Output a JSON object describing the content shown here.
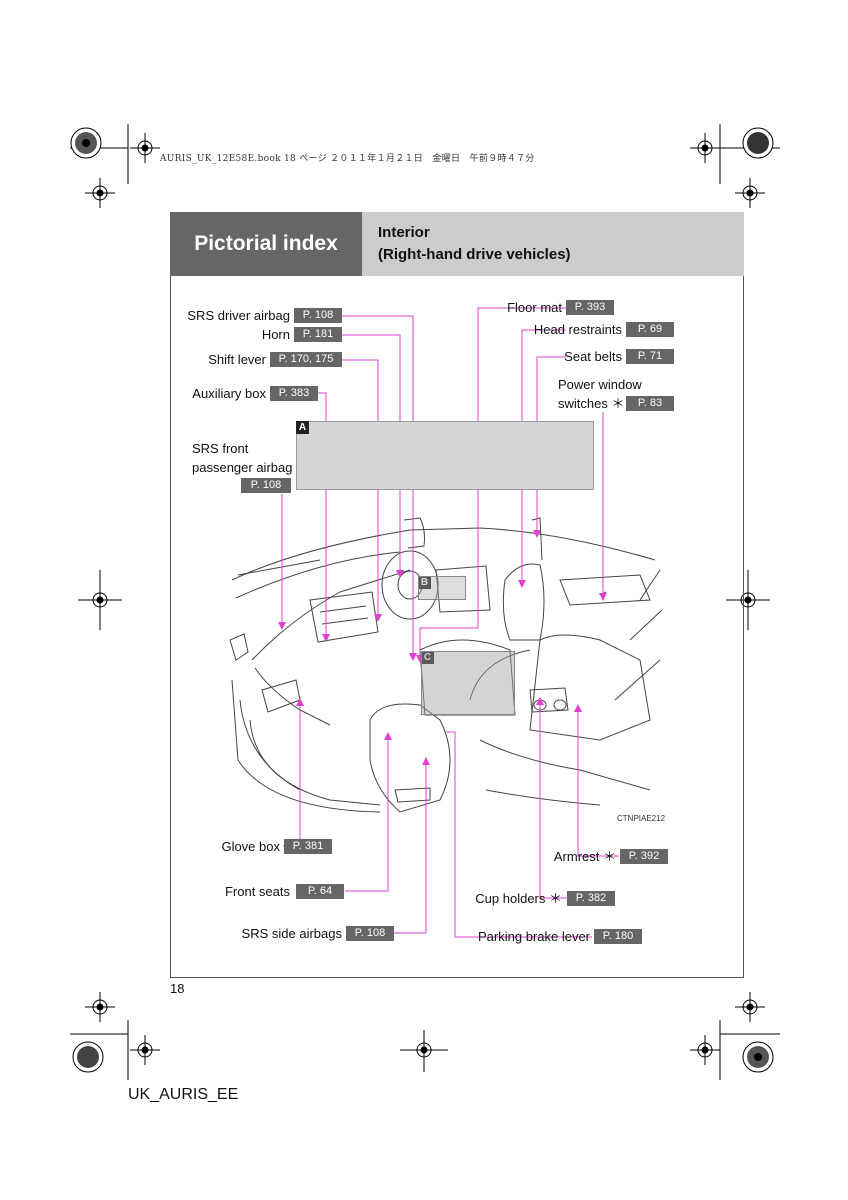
{
  "print_header": "AURIS_UK_12E58E.book  18 ページ  ２０１１年１月２１日　金曜日　午前９時４７分",
  "header": {
    "section": "Pictorial index",
    "title_line1": "Interior",
    "title_line2": "(Right-hand drive vehicles)"
  },
  "callouts": {
    "srs_driver_airbag": {
      "label": "SRS driver airbag",
      "ref": "P. 108"
    },
    "horn": {
      "label": "Horn",
      "ref": "P. 181"
    },
    "shift_lever": {
      "label": "Shift lever",
      "ref": "P. 170, 175"
    },
    "auxiliary_box": {
      "label": "Auxiliary box",
      "ref": "P. 383"
    },
    "srs_front_passenger_airbag": {
      "label_line1": "SRS front",
      "label_line2": "passenger airbag",
      "ref": "P. 108"
    },
    "floor_mat": {
      "label": "Floor mat",
      "ref": "P. 393"
    },
    "head_restraints": {
      "label": "Head restraints",
      "ref": "P. 69"
    },
    "seat_belts": {
      "label": "Seat belts",
      "ref": "P. 71"
    },
    "power_window_switches": {
      "label_line1": "Power window",
      "label_line2": "switches ＊",
      "ref": "P. 83"
    },
    "glove_box": {
      "label": "Glove box",
      "ref": "P. 381"
    },
    "front_seats": {
      "label": "Front seats",
      "ref": "P. 64"
    },
    "srs_side_airbags": {
      "label": "SRS side airbags",
      "ref": "P. 108"
    },
    "armrest": {
      "label": "Armrest ＊",
      "ref": "P. 392"
    },
    "cup_holders": {
      "label": "Cup holders ＊",
      "ref": "P. 382"
    },
    "parking_brake_lever": {
      "label": "Parking brake lever",
      "ref": "P. 180"
    }
  },
  "markers": {
    "a": "A",
    "b": "B",
    "c": "C"
  },
  "illustration_code": "CTNPIAE212",
  "page_number": "18",
  "footer": "UK_AURIS_EE",
  "colors": {
    "leader_line": "#e040d0",
    "tag_bg": "#666666",
    "header_dark": "#666666",
    "header_light": "#cccccc"
  }
}
